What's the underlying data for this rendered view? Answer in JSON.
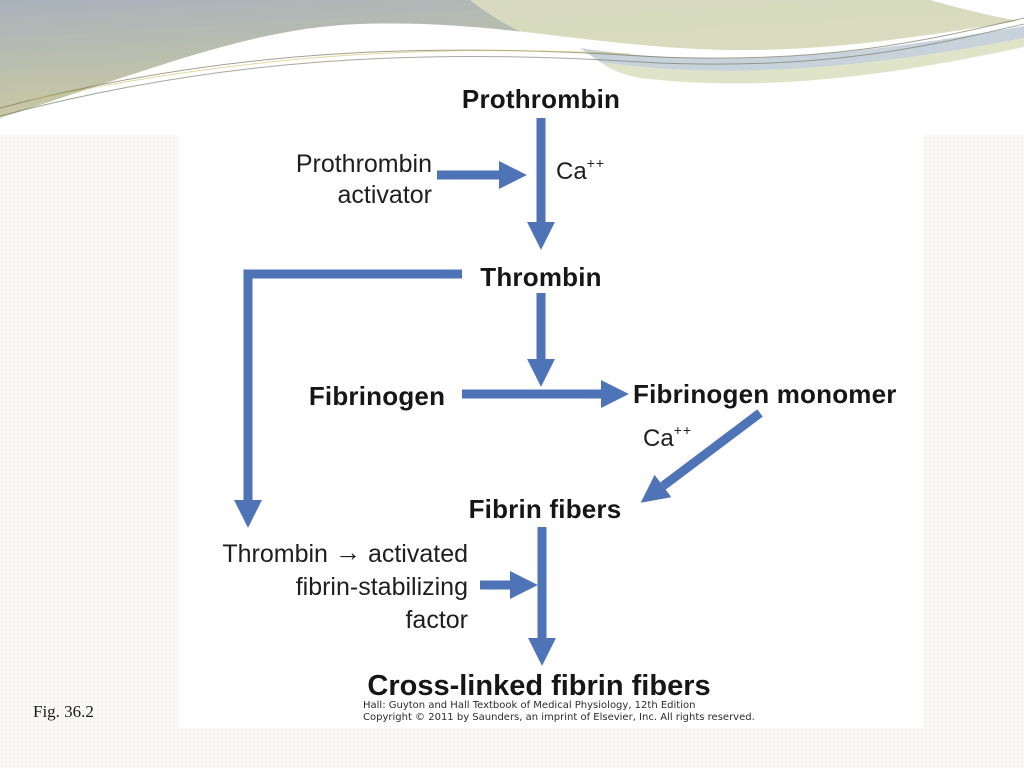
{
  "slide": {
    "figure_label": "Fig. 36.2",
    "theme": {
      "arrow_blue": "#4e73b6",
      "sky_top": "#a8b2bc",
      "sky_yellow": "#d6d7a2",
      "band_green": "#dadec0",
      "band_blue": "#c5d0d9",
      "panel_background": "#ffffff"
    }
  },
  "diagram": {
    "nodes": {
      "prothrombin": "Prothrombin",
      "thrombin": "Thrombin",
      "fibrinogen": "Fibrinogen",
      "fibrinogen_monomer": "Fibrinogen monomer",
      "fibrin_fibers": "Fibrin fibers",
      "cross_linked_fibrin_fibers": "Cross-linked fibrin fibers"
    },
    "labels": {
      "activator_line1": "Prothrombin",
      "activator_line2": "activator",
      "ca1_base": "Ca",
      "ca1_sup": "++",
      "ca2_base": "Ca",
      "ca2_sup": "++",
      "factor_line1_pre": "Thrombin",
      "factor_line1_arrow": "→",
      "factor_line1_post": "activated",
      "factor_line2": "fibrin-stabilizing",
      "factor_line3": "factor"
    },
    "credit": {
      "line1": "Hall: Guyton and Hall Textbook of Medical Physiology, 12th Edition",
      "line2": "Copyright © 2011 by Saunders, an imprint of Elsevier, Inc. All rights reserved."
    }
  }
}
